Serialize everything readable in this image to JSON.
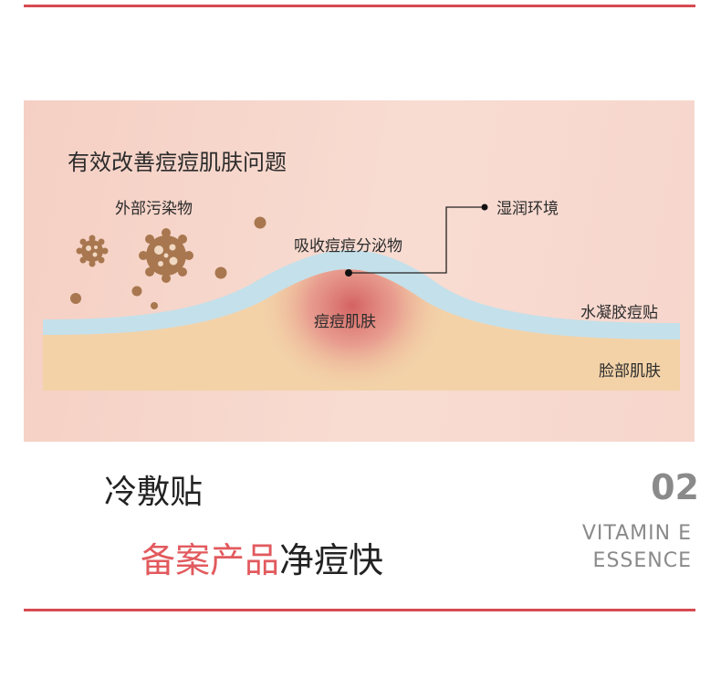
{
  "diagram": {
    "heading": "有效改善痘痘肌肤问题",
    "labels": {
      "pollutants": "外部污染物",
      "secretion": "吸收痘痘分泌物",
      "humid": "湿润环境",
      "acne": "痘痘肌肤",
      "patch": "水凝胶痘贴",
      "skin": "脸部肌肤"
    },
    "colors": {
      "skin": "#f3d2a8",
      "patch": "#c4e0ea",
      "acne": "#d96a68",
      "particle": "#a8774f",
      "rule": "#d84a50"
    }
  },
  "footer": {
    "title": "冷敷贴",
    "subtitle_accent": "备案产品",
    "subtitle_rest": "净痘快",
    "number": "02",
    "english_line1": "VITAMIN E",
    "english_line2": "ESSENCE"
  }
}
